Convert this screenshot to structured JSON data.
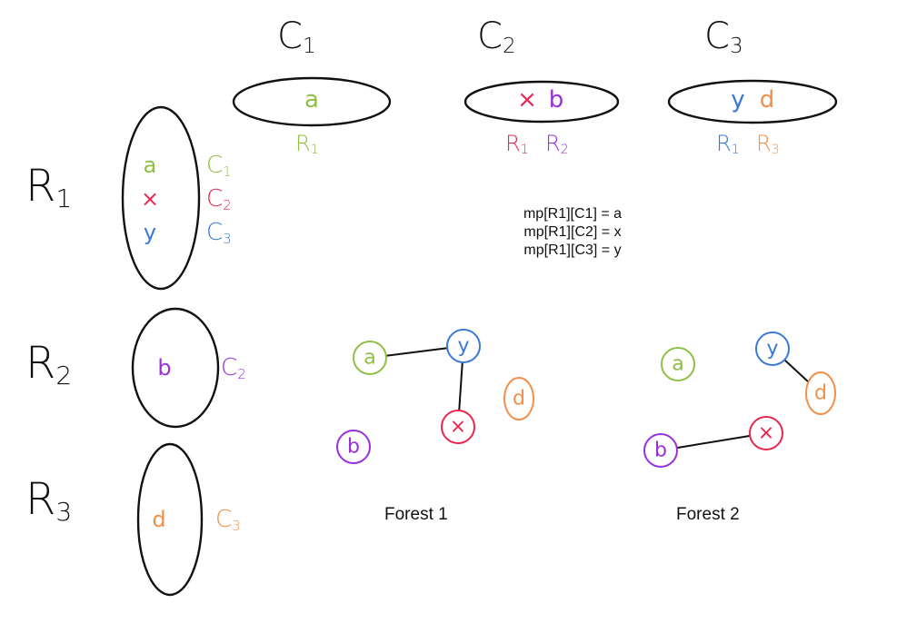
{
  "colors": {
    "ink": "#111111",
    "green": "#8dc045",
    "red": "#e8274f",
    "blue": "#3a78d8",
    "orange": "#f0904a",
    "purple": "#9b30d9"
  },
  "columns": [
    {
      "label": "C",
      "sub": "1",
      "elements": [
        {
          "text": "a",
          "color": "green"
        }
      ],
      "rows": [
        {
          "label": "R",
          "sub": "1",
          "color": "green"
        }
      ]
    },
    {
      "label": "C",
      "sub": "2",
      "elements": [
        {
          "text": "×",
          "color": "red"
        },
        {
          "text": "b",
          "color": "purple"
        }
      ],
      "rows": [
        {
          "label": "R",
          "sub": "1",
          "color": "red"
        },
        {
          "label": "R",
          "sub": "2",
          "color": "purple"
        }
      ]
    },
    {
      "label": "C",
      "sub": "3",
      "elements": [
        {
          "text": "y",
          "color": "blue"
        },
        {
          "text": "d",
          "color": "orange"
        }
      ],
      "rows": [
        {
          "label": "R",
          "sub": "1",
          "color": "blue"
        },
        {
          "label": "R",
          "sub": "3",
          "color": "orange"
        }
      ]
    }
  ],
  "rows": [
    {
      "label": "R",
      "sub": "1",
      "elements": [
        {
          "text": "a",
          "color": "green",
          "col": "C",
          "col_sub": "1"
        },
        {
          "text": "×",
          "color": "red",
          "col": "C",
          "col_sub": "2"
        },
        {
          "text": "y",
          "color": "blue",
          "col": "C",
          "col_sub": "3"
        }
      ]
    },
    {
      "label": "R",
      "sub": "2",
      "elements": [
        {
          "text": "b",
          "color": "purple",
          "col": "C",
          "col_sub": "2"
        }
      ]
    },
    {
      "label": "R",
      "sub": "3",
      "elements": [
        {
          "text": "d",
          "color": "orange",
          "col": "C",
          "col_sub": "3"
        }
      ]
    }
  ],
  "mapping_note": [
    "mp[R1][C1] = a",
    "mp[R1][C2] = x",
    "mp[R1][C3] = y"
  ],
  "forests": [
    {
      "label": "Forest 1",
      "nodes": [
        {
          "id": "a",
          "text": "a",
          "color": "green"
        },
        {
          "id": "y",
          "text": "y",
          "color": "blue"
        },
        {
          "id": "d",
          "text": "d",
          "color": "orange"
        },
        {
          "id": "x",
          "text": "×",
          "color": "red"
        },
        {
          "id": "b",
          "text": "b",
          "color": "purple"
        }
      ],
      "edges": [
        [
          "a",
          "y"
        ],
        [
          "y",
          "x"
        ]
      ]
    },
    {
      "label": "Forest 2",
      "nodes": [
        {
          "id": "a",
          "text": "a",
          "color": "green"
        },
        {
          "id": "y",
          "text": "y",
          "color": "blue"
        },
        {
          "id": "d",
          "text": "d",
          "color": "orange"
        },
        {
          "id": "x",
          "text": "×",
          "color": "red"
        },
        {
          "id": "b",
          "text": "b",
          "color": "purple"
        }
      ],
      "edges": [
        [
          "y",
          "d"
        ],
        [
          "b",
          "x"
        ]
      ]
    }
  ]
}
